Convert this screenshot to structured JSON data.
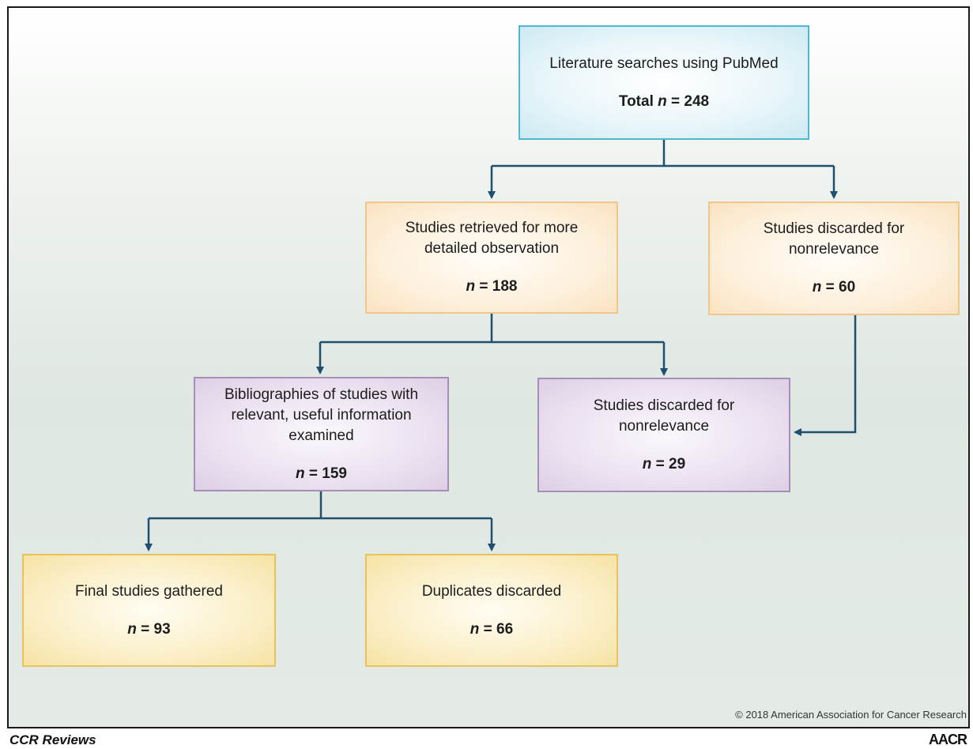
{
  "flowchart": {
    "start": {
      "label": "Literature searches using PubMed",
      "count_prefix": "Total ",
      "n": "n",
      "count_value": " = 248"
    },
    "retrieved": {
      "label": "Studies retrieved for more detailed observation",
      "n": "n",
      "count_value": " = 188"
    },
    "discarded_first": {
      "label": "Studies discarded for nonrelevance",
      "n": "n",
      "count_value": " = 60"
    },
    "bibliographies": {
      "label": "Bibliographies of studies with relevant, useful information examined",
      "n": "n",
      "count_value": " = 159"
    },
    "discarded_second": {
      "label": "Studies discarded for nonrelevance",
      "n": "n",
      "count_value": " = 29"
    },
    "final": {
      "label": "Final studies gathered",
      "n": "n",
      "count_value": " = 93"
    },
    "duplicates": {
      "label": "Duplicates discarded",
      "n": "n",
      "count_value": " = 66"
    }
  },
  "footer": {
    "copyright": "© 2018 American Association for Cancer Research",
    "journal": "CCR Reviews",
    "publisher": "AACR"
  },
  "colors": {
    "connector": "#1f4f6e",
    "blue_border": "#4fb7cf",
    "orange_border": "#f1c58c",
    "purple_border": "#a58fb7",
    "yellow_border": "#e9c25e"
  }
}
